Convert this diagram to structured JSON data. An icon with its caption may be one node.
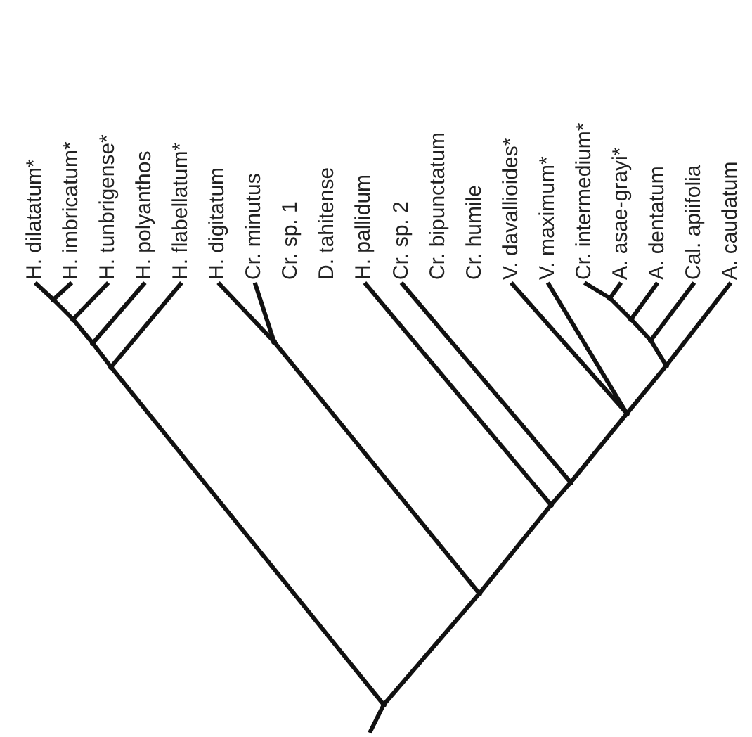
{
  "diagram": {
    "nodes": [
      {
        "text": [
          "H. dilatatum*"
        ]
      },
      {
        "text": [
          "H. imbricatum*"
        ]
      },
      {
        "text": [
          "H. tunbrigense*"
        ]
      },
      {
        "text": [
          "H. polyanthos"
        ]
      },
      {
        "text": [
          "H. flabellatum*"
        ]
      },
      {
        "text": [
          "H. digitatum"
        ]
      },
      {
        "text": [
          "Cr. minutus"
        ]
      },
      {
        "text": [
          "Cr. sp. 1"
        ]
      },
      {
        "text": [
          "D. tahitense"
        ]
      },
      {
        "text": [
          "H. pallidum"
        ]
      },
      {
        "text": [
          "Cr. sp. 2"
        ]
      },
      {
        "text": [
          "Cr. bipunctatum"
        ]
      },
      {
        "text": [
          "Cr. humile"
        ]
      },
      {
        "text": [
          "V. davallioides*"
        ]
      },
      {
        "text": [
          "V. maximum*"
        ]
      },
      {
        "text": [
          "Cr. intermedium*"
        ]
      },
      {
        "text": [
          "A. asae-grayi*"
        ]
      },
      {
        "text": [
          "A. dentatum"
        ]
      },
      {
        "text": [
          "Cal. apiifolia"
        ]
      },
      {
        "text": [
          "A. caudatum"
        ]
      },
      {
        "text": [],
        "shape": "point"
      },
      {
        "text": [],
        "shape": "point"
      },
      {
        "text": [],
        "shape": "point"
      },
      {
        "text": [],
        "shape": "point"
      },
      {
        "text": [],
        "shape": "point"
      },
      {
        "text": [],
        "shape": "point"
      },
      {
        "text": [],
        "shape": "point"
      },
      {
        "text": [],
        "shape": "point"
      },
      {
        "text": [],
        "shape": "point"
      },
      {
        "text": [],
        "shape": "point"
      },
      {
        "text": [],
        "shape": "point"
      },
      {
        "text": [],
        "shape": "point"
      },
      {
        "text": [],
        "shape": "point"
      },
      {
        "text": [],
        "shape": "point"
      }
    ],
    "edges": [
      {
        "from": 0,
        "to": 20,
        "arrow": "none"
      },
      {
        "from": 1,
        "to": 20,
        "arrow": "none"
      },
      {
        "from": 20,
        "to": 21,
        "arrow": "none"
      },
      {
        "from": 2,
        "to": 21,
        "arrow": "none"
      },
      {
        "from": 21,
        "to": 22,
        "arrow": "none"
      },
      {
        "from": 3,
        "to": 22,
        "arrow": "none"
      },
      {
        "from": 22,
        "to": 23,
        "arrow": "none"
      },
      {
        "from": 4,
        "to": 23,
        "arrow": "none"
      },
      {
        "from": 23,
        "to": 24,
        "arrow": "none"
      },
      {
        "from": 5,
        "to": 25,
        "arrow": "none"
      },
      {
        "from": 6,
        "to": 25,
        "arrow": "none"
      },
      {
        "from": 25,
        "to": 26,
        "arrow": "none"
      },
      {
        "from": 15,
        "to": 27,
        "arrow": "none"
      },
      {
        "from": 16,
        "to": 27,
        "arrow": "none"
      },
      {
        "from": 27,
        "to": 28,
        "arrow": "none"
      },
      {
        "from": 17,
        "to": 28,
        "arrow": "none"
      },
      {
        "from": 28,
        "to": 29,
        "arrow": "none"
      },
      {
        "from": 18,
        "to": 29,
        "arrow": "none"
      },
      {
        "from": 29,
        "to": 30,
        "arrow": "none"
      },
      {
        "from": 19,
        "to": 30,
        "arrow": "none"
      },
      {
        "from": 30,
        "to": 31,
        "arrow": "none"
      },
      {
        "from": 13,
        "to": 31,
        "arrow": "none"
      },
      {
        "from": 14,
        "to": 31,
        "arrow": "none"
      },
      {
        "from": 31,
        "to": 32,
        "arrow": "none"
      },
      {
        "from": 10,
        "to": 32,
        "arrow": "none"
      },
      {
        "from": 32,
        "to": 33,
        "arrow": "none"
      },
      {
        "from": 9,
        "to": 33,
        "arrow": "none"
      },
      {
        "from": 33,
        "to": 26,
        "arrow": "none"
      },
      {
        "from": 26,
        "to": 24,
        "arrow": "none"
      },
      {
        "from": null,
        "to": 24,
        "arrow": "none"
      }
    ]
  }
}
